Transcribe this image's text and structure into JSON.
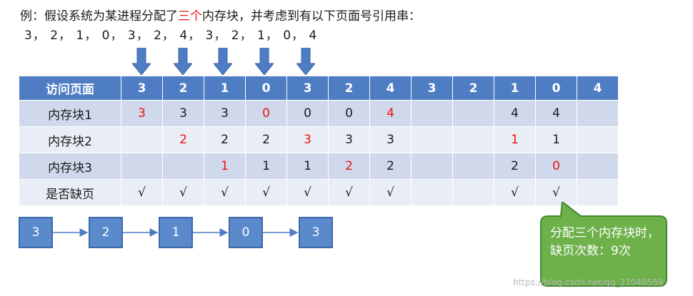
{
  "intro": {
    "prefix": "例：假设系统为某进程分配了",
    "highlight": "三个",
    "suffix": "内存块，并考虑到有以下页面号引用串：",
    "sequence_text": "3，  2，  1，  0，  3，  2，  4，  3，  2，  1，  0，  4"
  },
  "table": {
    "header_label": "访问页面",
    "pages": [
      "3",
      "2",
      "1",
      "0",
      "3",
      "2",
      "4",
      "3",
      "2",
      "1",
      "0",
      "4"
    ],
    "rows": [
      {
        "label": "内存块1",
        "cells": [
          {
            "v": "3",
            "red": true
          },
          {
            "v": "3"
          },
          {
            "v": "3"
          },
          {
            "v": "0",
            "red": true
          },
          {
            "v": "0"
          },
          {
            "v": "0"
          },
          {
            "v": "4",
            "red": true
          },
          {
            "v": ""
          },
          {
            "v": ""
          },
          {
            "v": "4"
          },
          {
            "v": "4"
          },
          {
            "v": ""
          }
        ]
      },
      {
        "label": "内存块2",
        "cells": [
          {
            "v": ""
          },
          {
            "v": "2",
            "red": true
          },
          {
            "v": "2"
          },
          {
            "v": "2"
          },
          {
            "v": "3",
            "red": true
          },
          {
            "v": "3"
          },
          {
            "v": "3"
          },
          {
            "v": ""
          },
          {
            "v": ""
          },
          {
            "v": "1",
            "red": true
          },
          {
            "v": "1"
          },
          {
            "v": ""
          }
        ]
      },
      {
        "label": "内存块3",
        "cells": [
          {
            "v": ""
          },
          {
            "v": ""
          },
          {
            "v": "1",
            "red": true
          },
          {
            "v": "1"
          },
          {
            "v": "1"
          },
          {
            "v": "2",
            "red": true
          },
          {
            "v": "2"
          },
          {
            "v": ""
          },
          {
            "v": ""
          },
          {
            "v": "2"
          },
          {
            "v": "0",
            "red": true
          },
          {
            "v": ""
          }
        ]
      },
      {
        "label": "是否缺页",
        "cells": [
          {
            "v": "√"
          },
          {
            "v": "√"
          },
          {
            "v": "√"
          },
          {
            "v": "√"
          },
          {
            "v": "√"
          },
          {
            "v": "√"
          },
          {
            "v": "√"
          },
          {
            "v": ""
          },
          {
            "v": ""
          },
          {
            "v": "√"
          },
          {
            "v": "√"
          },
          {
            "v": ""
          }
        ]
      }
    ]
  },
  "queue": [
    "3",
    "2",
    "1",
    "0",
    "3"
  ],
  "callout": {
    "text": "分配三个内存块时，缺页次数：9次"
  },
  "watermark": "https://blog.csdn.net/qq_21040559",
  "colors": {
    "header_bg": "#4f7dc4",
    "row_dark": "#d0d9ec",
    "row_light": "#e8edf6",
    "arrow": "#4f7dc4",
    "queue_box": "#5a8acb",
    "callout": "#6eb04a",
    "highlight": "#ee1111"
  }
}
